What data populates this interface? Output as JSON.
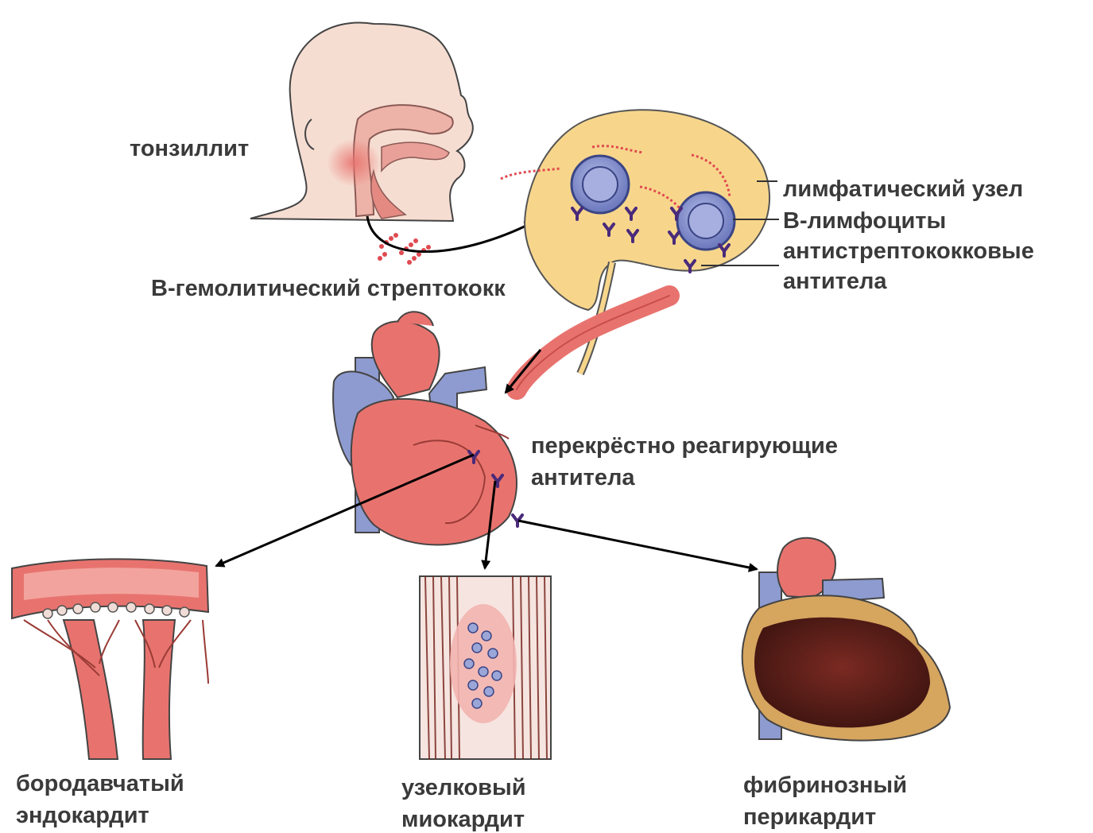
{
  "labels": {
    "tonsillitis": "тонзиллит",
    "streptococcus": "В-гемолитический стрептококк",
    "lymph_node": "лимфатический узел",
    "b_lymphocytes": "В-лимфоциты",
    "antibodies_line1": "антистрептококковые",
    "antibodies_line2": "антитела",
    "cross_line1": "перекрёстно реагирующие",
    "cross_line2": "антитела",
    "endocarditis_line1": "бородавчатый",
    "endocarditis_line2": "эндокардит",
    "myocarditis_line1": "узелковый",
    "myocarditis_line2": "миокардит",
    "pericarditis_line1": "фибринозный",
    "pericarditis_line2": "перикардит"
  },
  "colors": {
    "skin": "#f6ddd2",
    "tissue_red": "#e8736e",
    "node_yellow": "#f7d68c",
    "lymphocyte_blue": "#8d98cf",
    "vein_blue": "#8e9bd0",
    "antibody_purple": "#4a2a7a",
    "pericardium_dark": "#5a1e18",
    "arrow": "#000000"
  }
}
